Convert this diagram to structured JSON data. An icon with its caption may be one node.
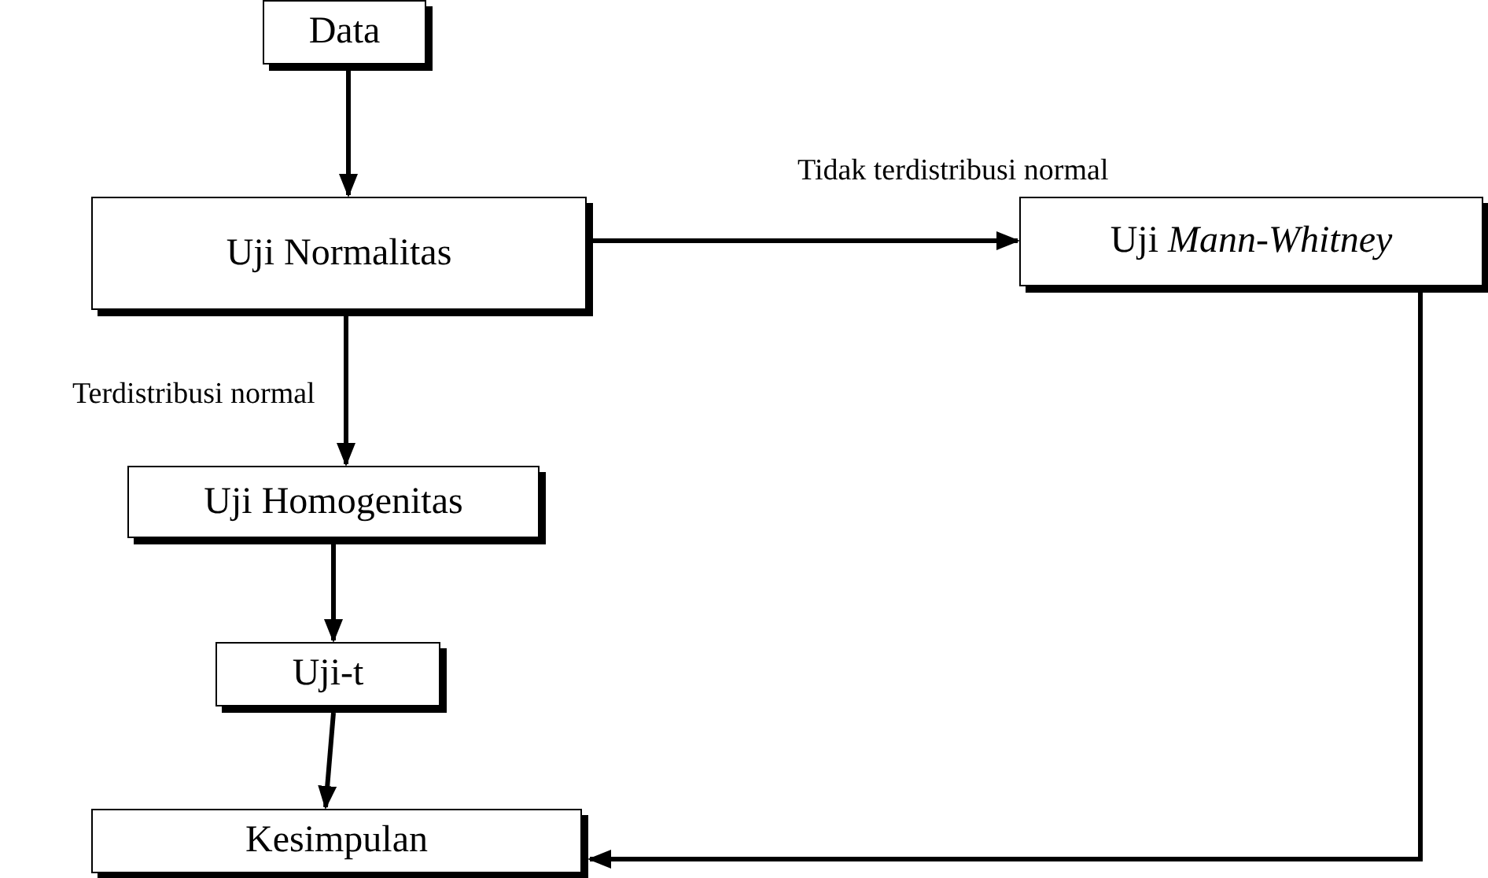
{
  "diagram": {
    "nodes": [
      {
        "text": [
          "Data"
        ]
      },
      {
        "text": [
          "Uji Normalitas"
        ]
      },
      {
        "text": [
          "Uji *Mann-Whitney*"
        ]
      },
      {
        "text": [
          "Uji Homogenitas"
        ]
      },
      {
        "text": [
          "Uji-t"
        ]
      },
      {
        "text": [
          "Kesimpulan"
        ]
      }
    ],
    "edges": [
      {
        "from": 0,
        "to": 1,
        "arrow": "to"
      },
      {
        "from": 1,
        "to": 2,
        "arrow": "to",
        "label": "Tidak terdistribusi normal"
      },
      {
        "from": 1,
        "to": 3,
        "arrow": "to",
        "label": "Terdistribusi normal"
      },
      {
        "from": 3,
        "to": 4,
        "arrow": "to"
      },
      {
        "from": 4,
        "to": 5,
        "arrow": "to"
      },
      {
        "from": 2,
        "to": 5,
        "arrow": "to"
      }
    ]
  }
}
